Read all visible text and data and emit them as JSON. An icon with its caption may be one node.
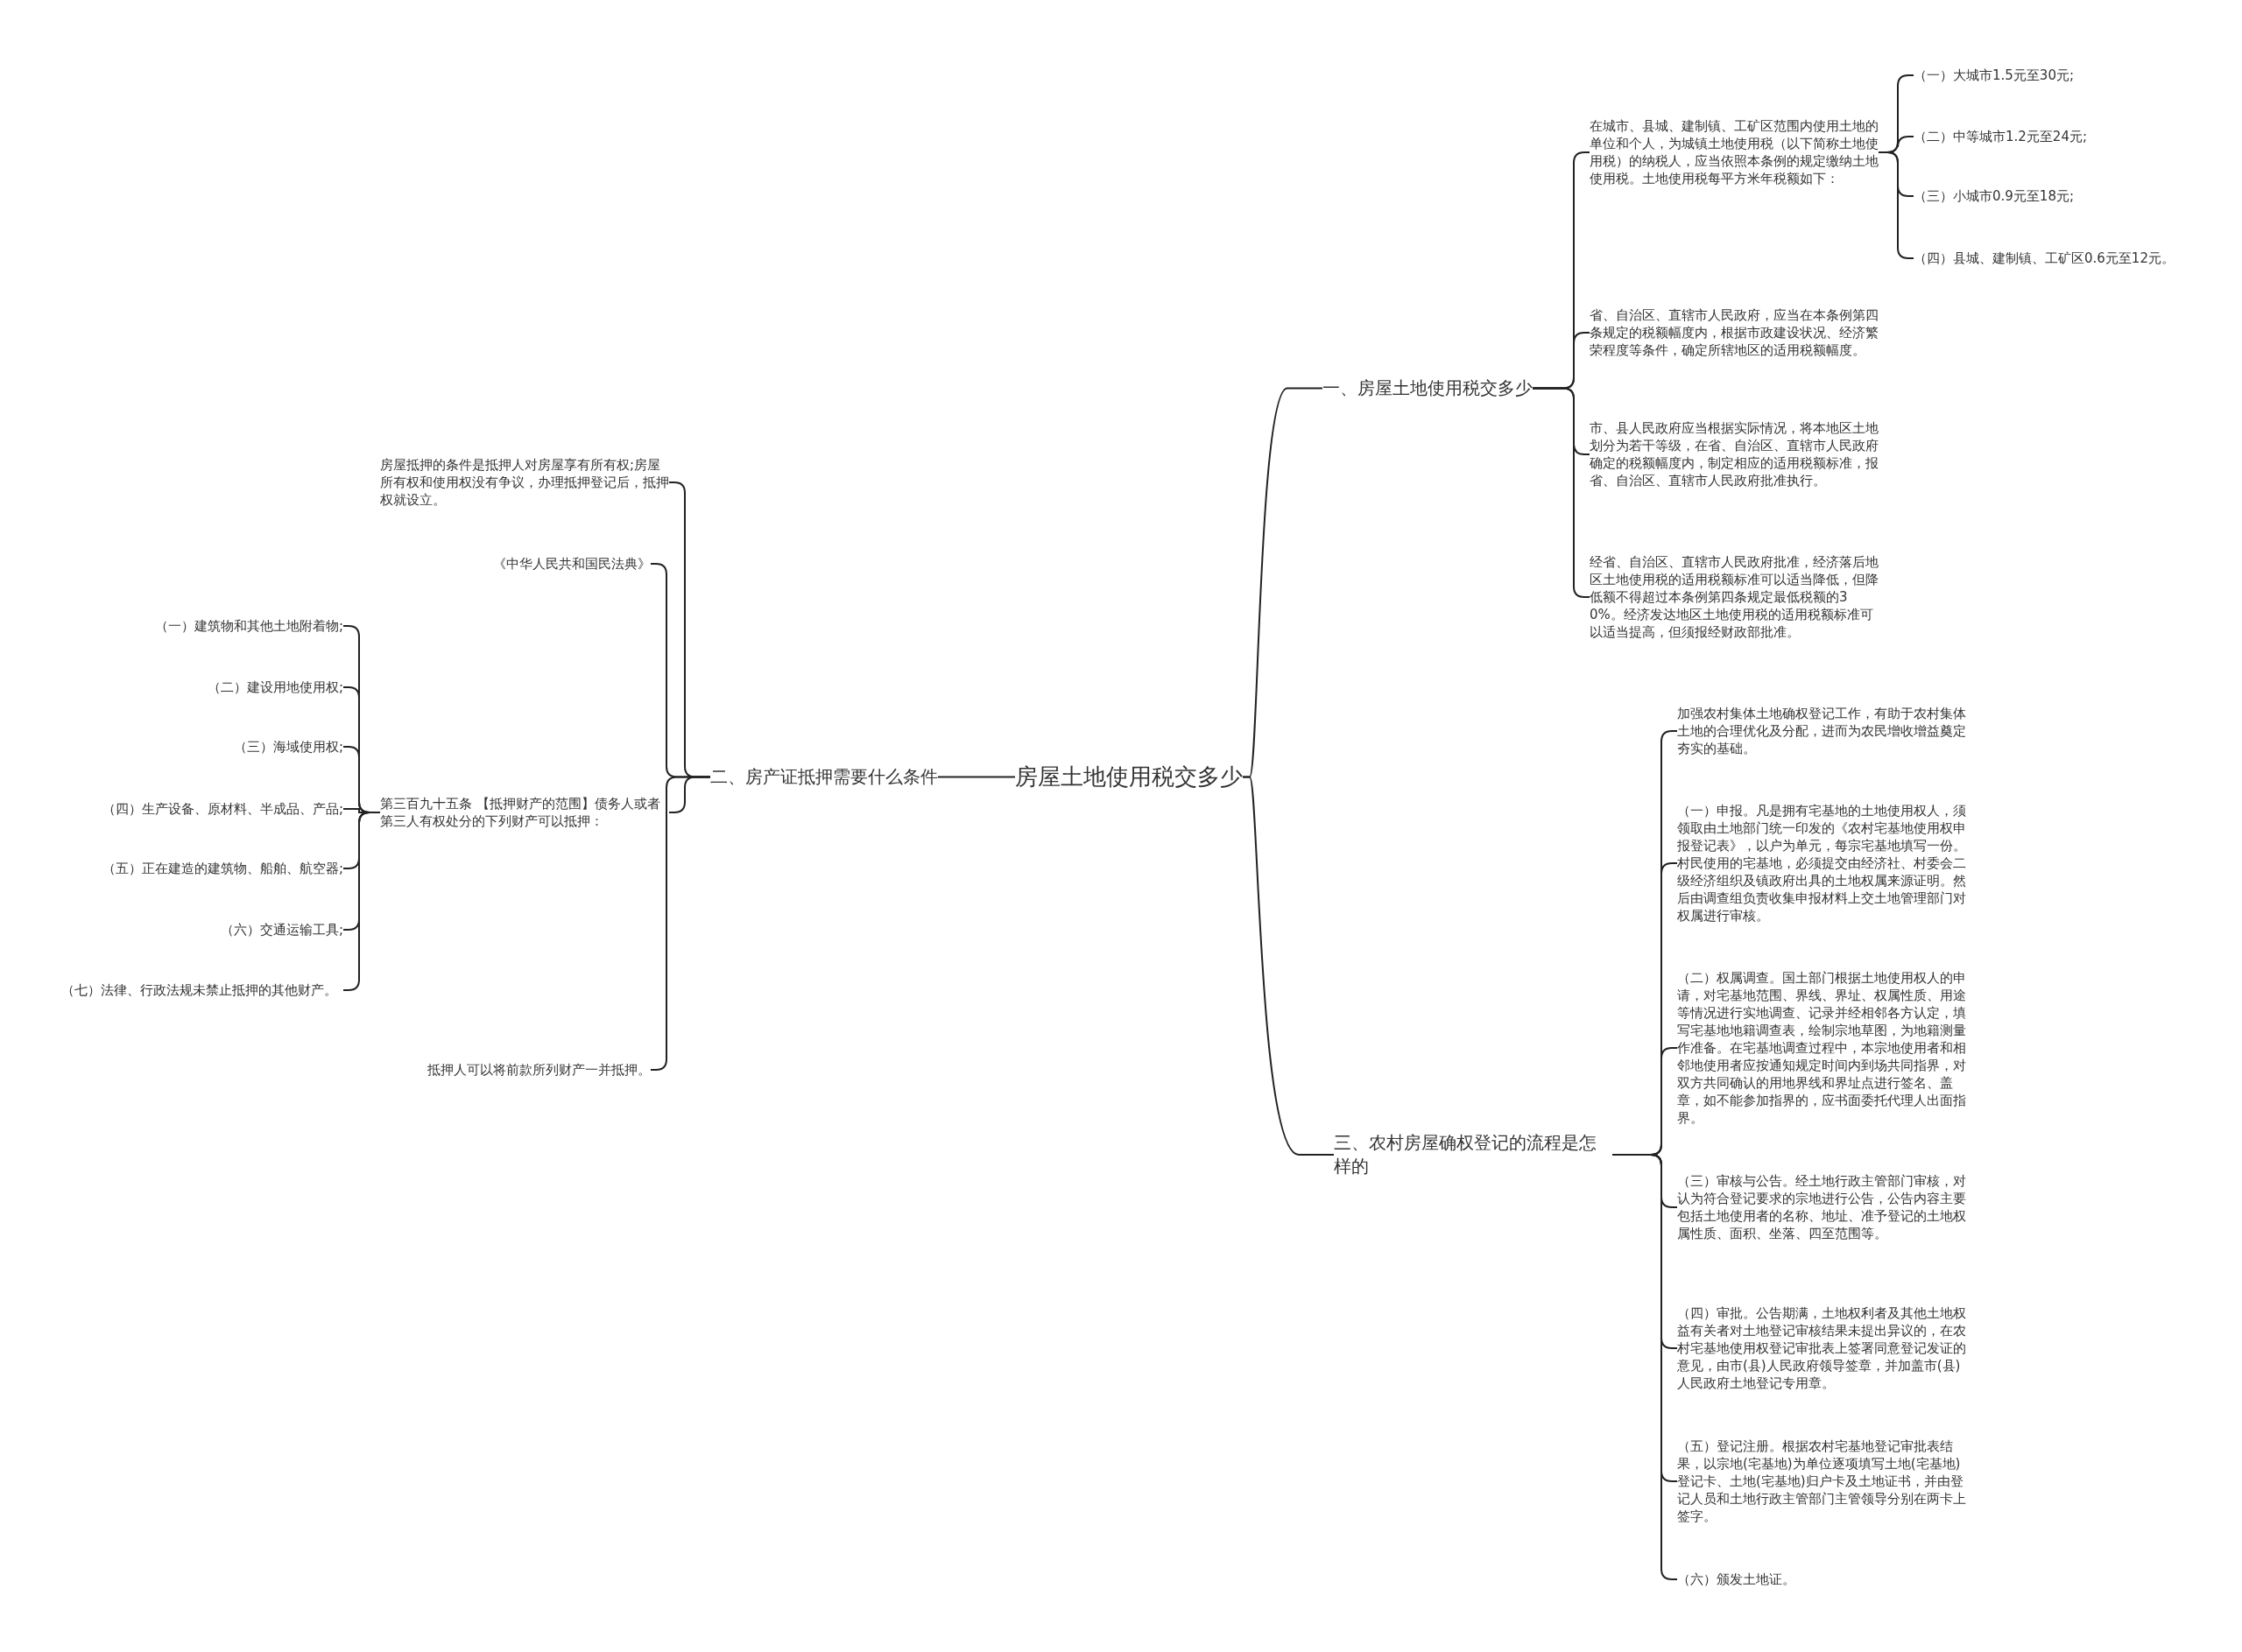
{
  "diagram": {
    "nodes": [
      {
        "text": [
          "房屋土地使用税交多少"
        ]
      },
      {
        "text": [
          "一、房屋土地使用税交多少"
        ]
      },
      {
        "text": [
          "二、房产证抵押需要什么条件"
        ]
      },
      {
        "text": [
          "三、农村房屋确权登记的流程是怎样的"
        ]
      },
      {
        "text": [
          "在城市、县城、建制镇、工矿区范围内使用土地的单位和个人，为城镇土地使用税（以下简称土地使用税）的纳税人，应当依照本条例的规定缴纳土地使用税。土地使用税每平方米年税额如下："
        ]
      },
      {
        "text": [
          "（一）大城市1.5元至30元;"
        ]
      },
      {
        "text": [
          "（二）中等城市1.2元至24元;"
        ]
      },
      {
        "text": [
          "（三）小城市0.9元至18元;"
        ]
      },
      {
        "text": [
          "（四）县城、建制镇、工矿区0.6元至12元。"
        ]
      },
      {
        "text": [
          "省、自治区、直辖市人民政府，应当在本条例第四条规定的税额幅度内，根据市政建设状况、经济繁荣程度等条件，确定所辖地区的适用税额幅度。"
        ]
      },
      {
        "text": [
          "市、县人民政府应当根据实际情况，将本地区土地划分为若干等级，在省、自治区、直辖市人民政府确定的税额幅度内，制定相应的适用税额标准，报省、自治区、直辖市人民政府批准执行。"
        ]
      },
      {
        "text": [
          "经省、自治区、直辖市人民政府批准，经济落后地区土地使用税的适用税额标准可以适当降低，但降低额不得超过本条例第四条规定最低税额的30%。经济发达地区土地使用税的适用税额标准可以适当提高，但须报经财政部批准。"
        ]
      },
      {
        "text": [
          "加强农村集体土地确权登记工作，有助于农村集体土地的合理优化及分配，进而为农民增收增益奠定夯实的基础。"
        ]
      },
      {
        "text": [
          "（一）申报。凡是拥有宅基地的土地使用权人，须领取由土地部门统一印发的《农村宅基地使用权申报登记表》，以户为单元，每宗宅基地填写一份。村民使用的宅基地，必须提交由经济社、村委会二级经济组织及镇政府出具的土地权属来源证明。然后由调查组负责收集申报材料上交土地管理部门对权属进行审核。"
        ]
      },
      {
        "text": [
          "（二）权属调查。国土部门根据土地使用权人的申请，对宅基地范围、界线、界址、权属性质、用途等情况进行实地调查、记录并经相邻各方认定，填写宅基地地籍调查表，绘制宗地草图，为地籍测量作准备。在宅基地调查过程中，本宗地使用者和相邻地使用者应按通知规定时间内到场共同指界，对双方共同确认的用地界线和界址点进行签名、盖章，如不能参加指界的，应书面委托代理人出面指界。"
        ]
      },
      {
        "text": [
          "（三）审核与公告。经土地行政主管部门审核，对认为符合登记要求的宗地进行公告，公告内容主要包括土地使用者的名称、地址、准予登记的土地权属性质、面积、坐落、四至范围等。"
        ]
      },
      {
        "text": [
          "（四）审批。公告期满，土地权利者及其他土地权益有关者对土地登记审核结果未提出异议的，在农村宅基地使用权登记审批表上签署同意登记发证的意见，由市(县)人民政府领导签章，并加盖市(县)人民政府土地登记专用章。"
        ]
      },
      {
        "text": [
          "（五）登记注册。根据农村宅基地登记审批表结果，以宗地(宅基地)为单位逐项填写土地(宅基地)登记卡、土地(宅基地)归户卡及土地证书，并由登记人员和土地行政主管部门主管领导分别在两卡上签字。"
        ]
      },
      {
        "text": [
          "（六）颁发土地证。"
        ]
      },
      {
        "text": [
          "房屋抵押的条件是抵押人对房屋享有所有权;房屋所有权和使用权没有争议，办理抵押登记后，抵押权就设立。"
        ]
      },
      {
        "text": [
          "《中华人民共和国民法典》"
        ]
      },
      {
        "text": [
          "第三百九十五条 【抵押财产的范围】债务人或者第三人有权处分的下列财产可以抵押："
        ]
      },
      {
        "text": [
          "（一）建筑物和其他土地附着物;"
        ]
      },
      {
        "text": [
          "（二）建设用地使用权;"
        ]
      },
      {
        "text": [
          "（三）海域使用权;"
        ]
      },
      {
        "text": [
          "（四）生产设备、原材料、半成品、产品;"
        ]
      },
      {
        "text": [
          "（五）正在建造的建筑物、船舶、航空器;"
        ]
      },
      {
        "text": [
          "（六）交通运输工具;"
        ]
      },
      {
        "text": [
          "（七）法律、行政法规未禁止抵押的其他财产。"
        ]
      },
      {
        "text": [
          "抵押人可以将前款所列财产一并抵押。"
        ]
      }
    ],
    "edges": [
      {
        "from": 0,
        "to": 1,
        "arrow": "none"
      },
      {
        "from": 0,
        "to": 2,
        "arrow": "none"
      },
      {
        "from": 0,
        "to": 3,
        "arrow": "none"
      },
      {
        "from": 1,
        "to": 4,
        "arrow": "none"
      },
      {
        "from": 4,
        "to": 5,
        "arrow": "none"
      },
      {
        "from": 4,
        "to": 6,
        "arrow": "none"
      },
      {
        "from": 4,
        "to": 7,
        "arrow": "none"
      },
      {
        "from": 4,
        "to": 8,
        "arrow": "none"
      },
      {
        "from": 1,
        "to": 9,
        "arrow": "none"
      },
      {
        "from": 1,
        "to": 10,
        "arrow": "none"
      },
      {
        "from": 1,
        "to": 11,
        "arrow": "none"
      },
      {
        "from": 3,
        "to": 12,
        "arrow": "none"
      },
      {
        "from": 3,
        "to": 13,
        "arrow": "none"
      },
      {
        "from": 3,
        "to": 14,
        "arrow": "none"
      },
      {
        "from": 3,
        "to": 15,
        "arrow": "none"
      },
      {
        "from": 3,
        "to": 16,
        "arrow": "none"
      },
      {
        "from": 3,
        "to": 17,
        "arrow": "none"
      },
      {
        "from": 3,
        "to": 18,
        "arrow": "none"
      },
      {
        "from": 2,
        "to": 19,
        "arrow": "none"
      },
      {
        "from": 2,
        "to": 20,
        "arrow": "none"
      },
      {
        "from": 2,
        "to": 21,
        "arrow": "none"
      },
      {
        "from": 21,
        "to": 22,
        "arrow": "none"
      },
      {
        "from": 21,
        "to": 23,
        "arrow": "none"
      },
      {
        "from": 21,
        "to": 24,
        "arrow": "none"
      },
      {
        "from": 21,
        "to": 25,
        "arrow": "none"
      },
      {
        "from": 21,
        "to": 26,
        "arrow": "none"
      },
      {
        "from": 21,
        "to": 27,
        "arrow": "none"
      },
      {
        "from": 21,
        "to": 28,
        "arrow": "none"
      },
      {
        "from": 2,
        "to": 29,
        "arrow": "none"
      }
    ]
  }
}
